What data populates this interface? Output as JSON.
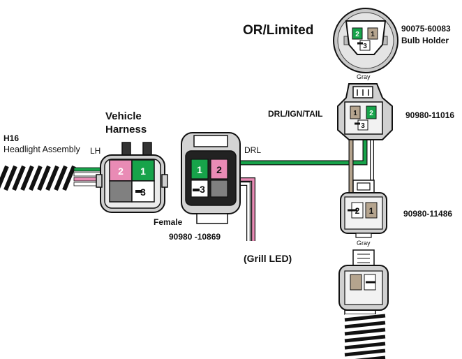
{
  "labels": {
    "or_limited": "OR/Limited",
    "bulb_holder_part": "90075-60083",
    "bulb_holder_name": "Bulb Holder",
    "gray_top": "Gray",
    "drl_ign_tail": "DRL/IGN/TAIL",
    "part_11016": "90980-11016",
    "vehicle": "Vehicle",
    "harness": "Harness",
    "h16": "H16",
    "headlight_assembly": "Headlight Assembly",
    "lh": "LH",
    "drl": "DRL",
    "part_11486": "90980-11486",
    "female": "Female",
    "part_10869": "90980 -10869",
    "grill_led": "(Grill LED)",
    "gray_bottom": "Gray"
  },
  "pins": {
    "bulb_holder": [
      "2",
      "1",
      "3"
    ],
    "vehicle_harness": [
      "2",
      "1",
      "3"
    ],
    "female": [
      "1",
      "2",
      "3"
    ],
    "part_11016": [
      "1",
      "2",
      "3"
    ],
    "part_11486": [
      "2",
      "1"
    ]
  },
  "colors": {
    "green": "#17a34a",
    "pink": "#e98bb5",
    "tan": "#b5a48e",
    "gray": "#808080",
    "black": "#111111",
    "connector_fill": "#d6d6d6",
    "wire_white": "#ffffff"
  }
}
